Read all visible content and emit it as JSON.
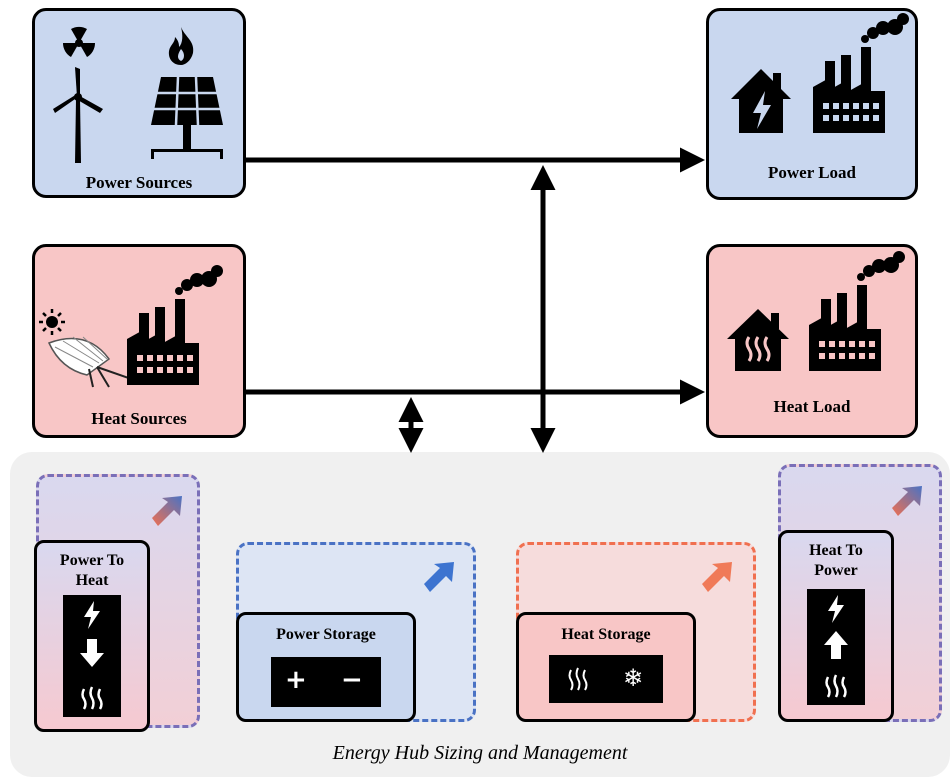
{
  "sources": {
    "power_label": "Power Sources",
    "heat_label": "Heat Sources"
  },
  "loads": {
    "power_label": "Power Load",
    "heat_label": "Heat Load"
  },
  "hub": {
    "caption": "Energy Hub Sizing and Management",
    "p2h_title": "Power To Heat",
    "power_storage_title": "Power Storage",
    "heat_storage_title": "Heat Storage",
    "h2p_title": "Heat To Power",
    "plus": "+",
    "minus": "−",
    "snow": "❄"
  },
  "colors": {
    "power_blue": "#c9d7ef",
    "heat_red": "#f8c6c6",
    "dash_blue": "#4a72c4",
    "dash_red": "#f07050",
    "hub_gray": "#f0f0f0"
  }
}
